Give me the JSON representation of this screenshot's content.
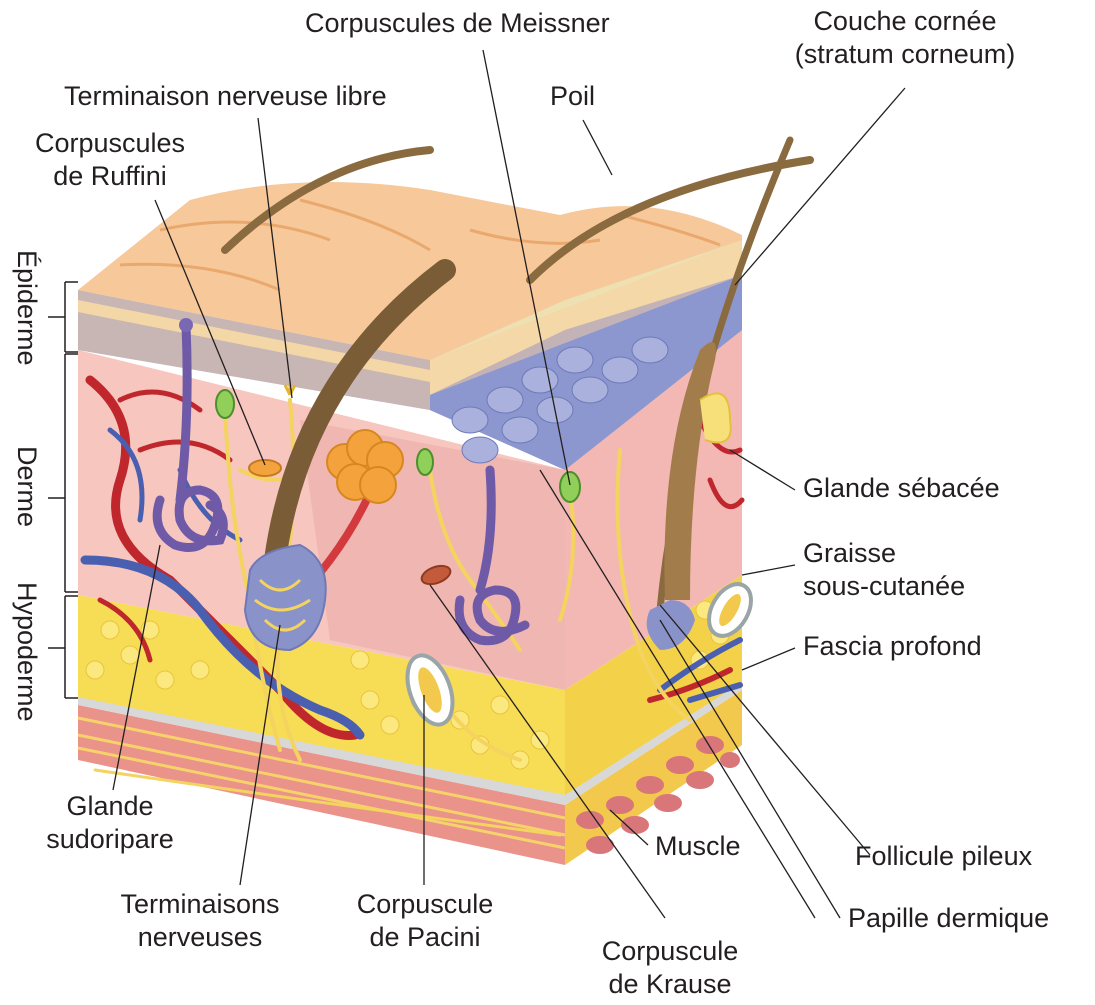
{
  "labels": {
    "meissner": "Corpuscules de Meissner",
    "couche_cornee_1": "Couche cornée",
    "couche_cornee_2": "(stratum corneum)",
    "terminaison_libre": "Terminaison nerveuse libre",
    "poil": "Poil",
    "ruffini_1": "Corpuscules",
    "ruffini_2": "de Ruffini",
    "glande_sebacee": "Glande sébacée",
    "graisse_1": "Graisse",
    "graisse_2": "sous-cutanée",
    "fascia": "Fascia profond",
    "glande_sudo_1": "Glande",
    "glande_sudo_2": "sudoripare",
    "muscle": "Muscle",
    "follicule": "Follicule pileux",
    "terminaisons_1": "Terminaisons",
    "terminaisons_2": "nerveuses",
    "pacini_1": "Corpuscule",
    "pacini_2": "de Pacini",
    "papille": "Papille dermique",
    "krause_1": "Corpuscule",
    "krause_2": "de Krause"
  },
  "layers": {
    "epiderme": "Épiderme",
    "derme": "Derme",
    "hypoderme": "Hypoderme"
  },
  "colors": {
    "epidermis_top": "#f7c99a",
    "epidermis_blue": "#8d97cf",
    "dermis": "#f6c6bf",
    "fat": "#f7dc55",
    "muscle": "#e58d86",
    "hair": "#8a6a3f",
    "artery": "#c0272d",
    "vein": "#4a5fb0",
    "nerve": "#f7e07a",
    "gland": "#7b68b4",
    "sebaceous": "#f4a33c",
    "leader": "#231f20"
  }
}
